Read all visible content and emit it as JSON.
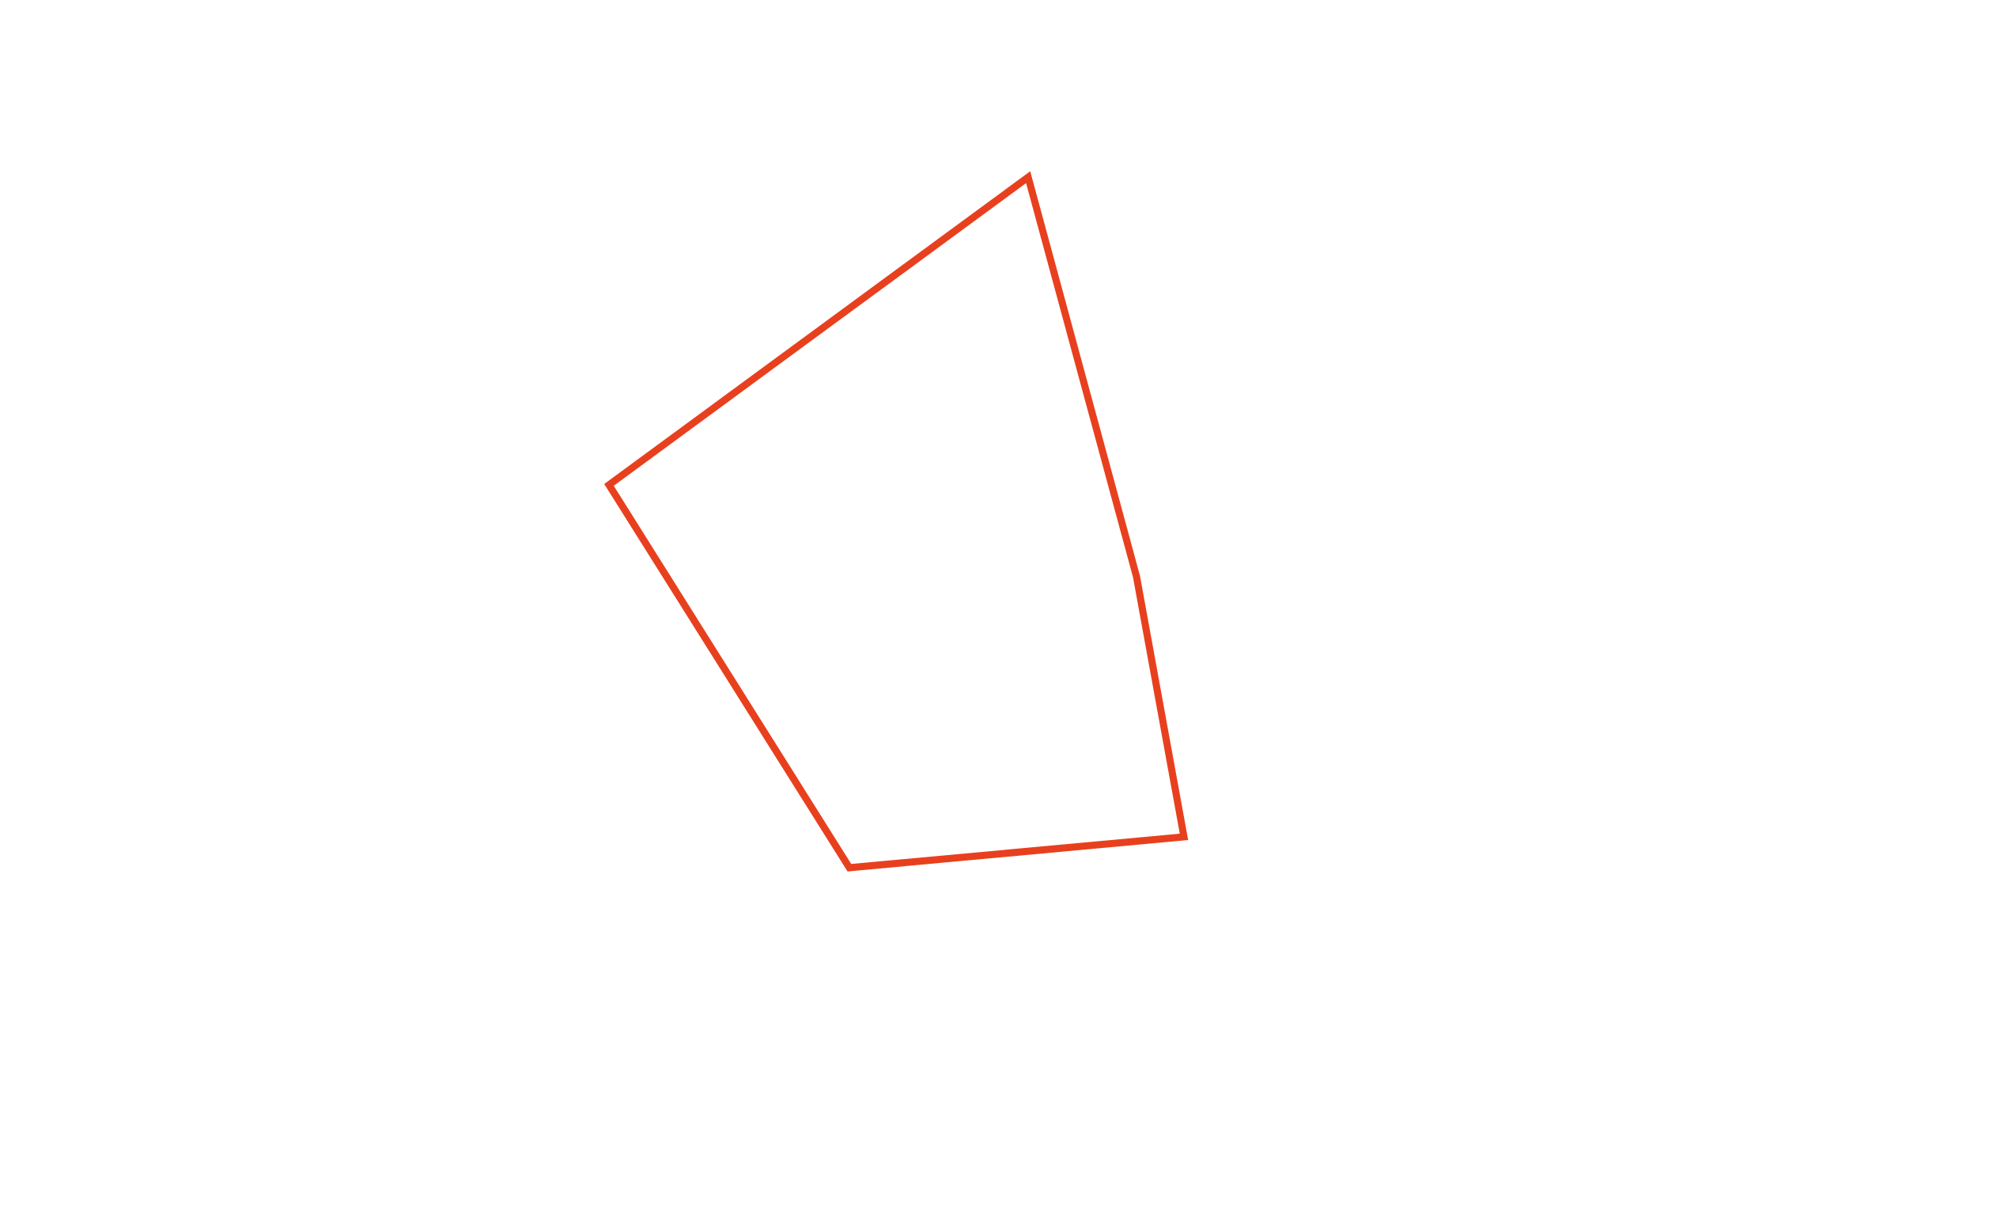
{
  "shape": {
    "type": "polygon-outline",
    "stroke_color": "#E8401E",
    "fill": "none",
    "vertex_count": 5
  }
}
